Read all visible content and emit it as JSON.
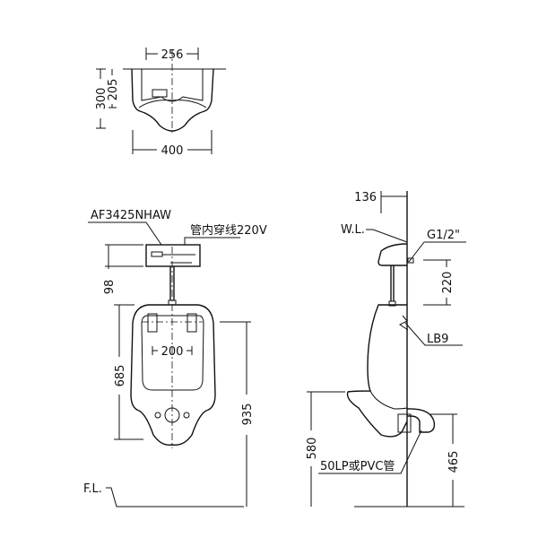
{
  "top_view": {
    "dim_width_inner": "256",
    "dim_width": "400",
    "dim_depth": "300",
    "dim_depth_inner": "205"
  },
  "front_view": {
    "model_label": "AF3425NHAW",
    "wiring_note": "管内穿线220V",
    "dim_sensor_gap": "98",
    "dim_height": "685",
    "dim_hole_spacing": "200",
    "dim_top_height": "935",
    "floor_label": "F.L."
  },
  "side_view": {
    "dim_projection": "136",
    "wall_label": "W.L.",
    "inlet_label": "G1/2\"",
    "dim_inlet_height": "220",
    "bracket_label": "LB9",
    "dim_rim_height": "580",
    "drain_label": "50LP或PVC管",
    "dim_drain_height": "465"
  }
}
